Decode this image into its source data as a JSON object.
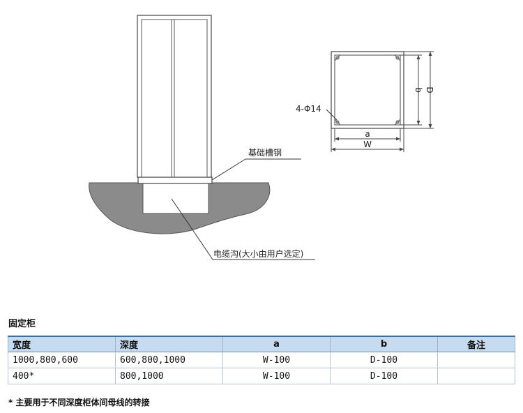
{
  "drawing": {
    "label_channel_steel": "基础槽钢",
    "label_cable_trench": "电缆沟(大小由用户选定)",
    "label_holes": "4-Φ14",
    "label_a": "a",
    "label_w": "W",
    "label_b": "b",
    "label_d": "D"
  },
  "section_title": "固定柜",
  "table": {
    "headers": [
      "宽度",
      "深度",
      "a",
      "b",
      "备注"
    ],
    "rows": [
      [
        "1000,800,600",
        "600,800,1000",
        "W-100",
        "D-100",
        ""
      ],
      [
        "400*",
        "800,1000",
        "W-100",
        "D-100",
        ""
      ]
    ]
  },
  "footnote": "* 主要用于不同深度柜体间母线的转接"
}
